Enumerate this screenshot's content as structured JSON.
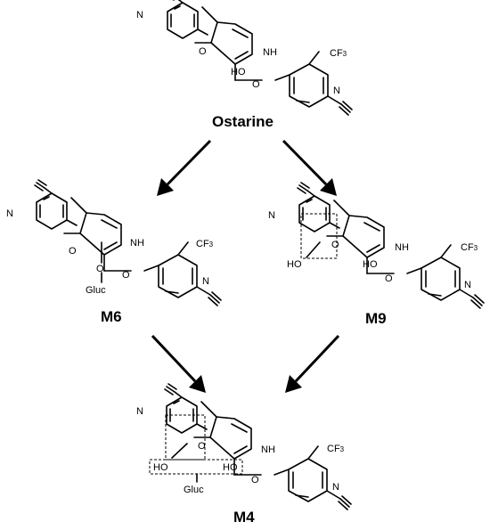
{
  "compounds": {
    "ostarine": "Ostarine",
    "m6": "M6",
    "m9": "M9",
    "m4": "M4"
  },
  "atoms": {
    "nitrile_n": "N",
    "ether_o": "O",
    "hydroxyl": "HO",
    "carbonyl_o": "O",
    "amide_nh": "NH",
    "cf3_main": "CF",
    "cf3_sub": "3",
    "gluc": "Gluc"
  }
}
